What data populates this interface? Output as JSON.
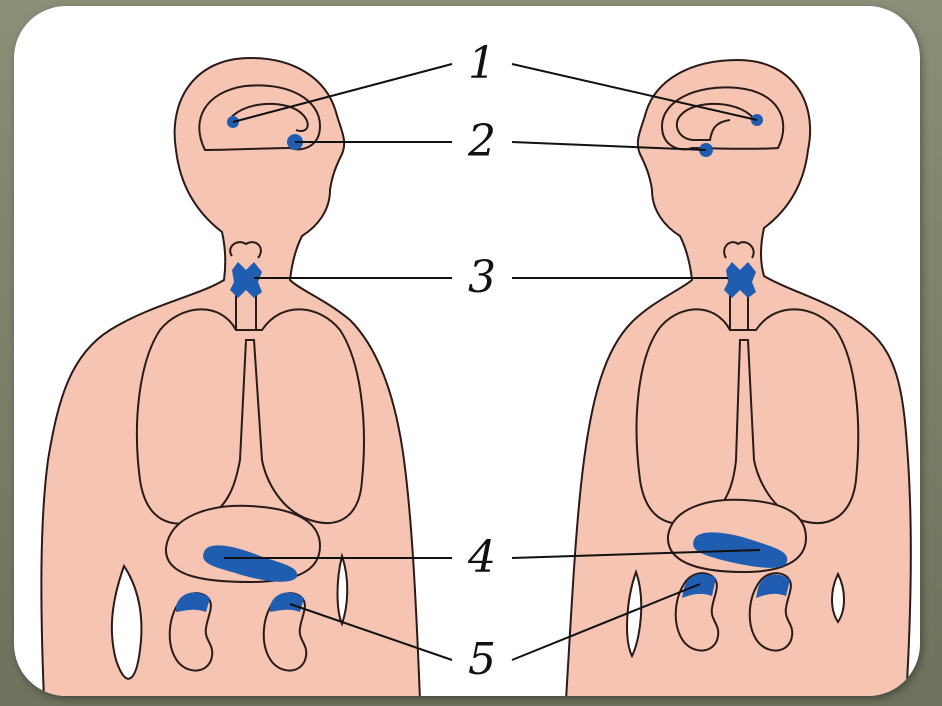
{
  "colors": {
    "background": "#7f8570",
    "panel": "#ffffff",
    "skin": "#f5c4b2",
    "outline": "#2a1a18",
    "gland": "#1f5db0",
    "leader_line": "#111111"
  },
  "figures": [
    {
      "name": "left-figure",
      "facing": "right"
    },
    {
      "name": "right-figure",
      "facing": "left"
    }
  ],
  "labels": [
    {
      "id": "label-1",
      "text": "1"
    },
    {
      "id": "label-2",
      "text": "2"
    },
    {
      "id": "label-3",
      "text": "3"
    },
    {
      "id": "label-4",
      "text": "4"
    },
    {
      "id": "label-5",
      "text": "5"
    }
  ]
}
